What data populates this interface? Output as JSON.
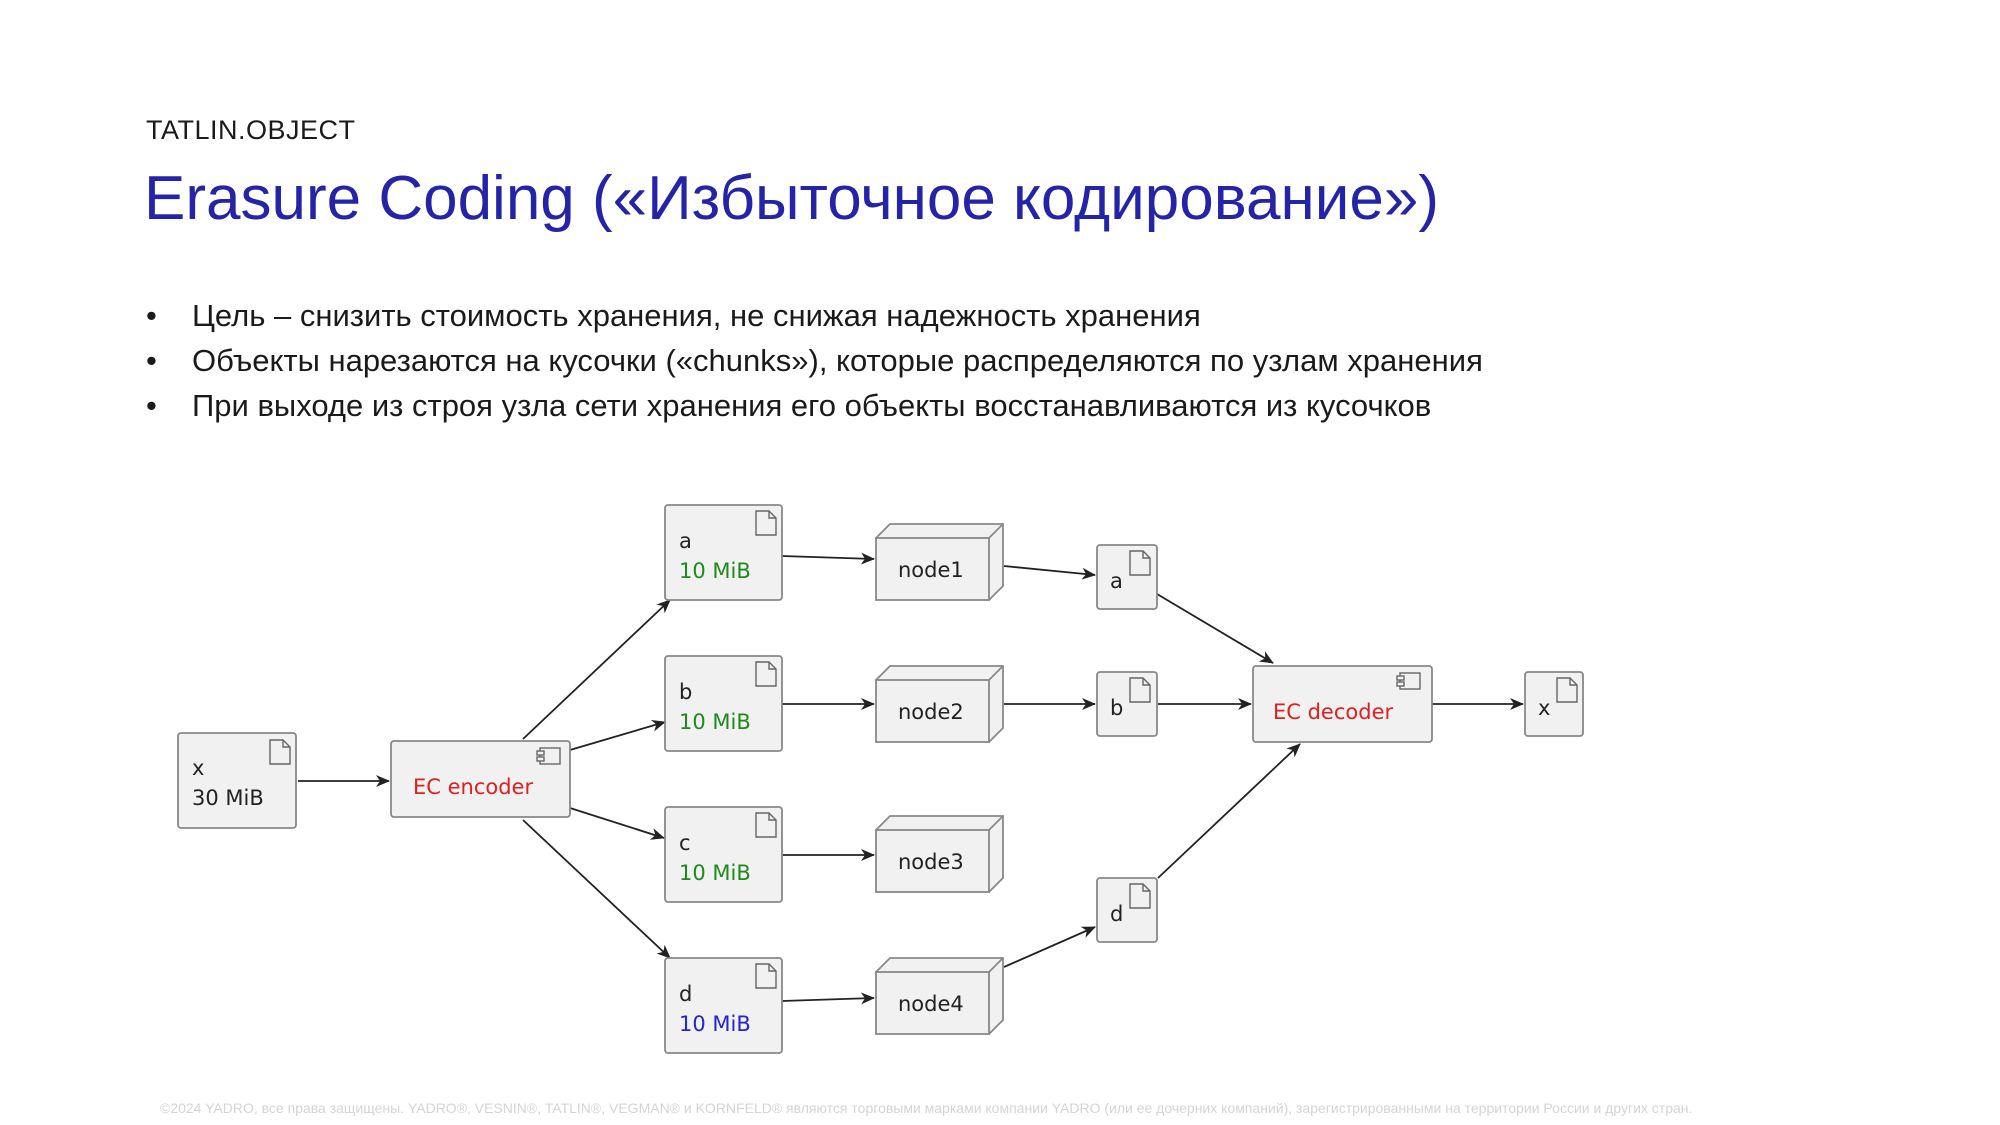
{
  "header": {
    "eyebrow": "TATLIN.OBJECT",
    "title": "Erasure Coding («Избыточное кодирование»)"
  },
  "bullets": [
    "Цель – снизить стоимость хранения, не снижая надежность хранения",
    "Объекты нарезаются на кусочки («chunks»), которые распределяются по узлам хранения",
    "При выходе из строя узла сети хранения его объекты восстанавливаются из кусочков"
  ],
  "diagram": {
    "colors": {
      "green": "#1e8a1e",
      "blue": "#2323d8",
      "red": "#e02020",
      "box_fill": "#f1f1f1",
      "box_stroke": "#888888"
    },
    "source": {
      "label": "x",
      "size": "30 MiB"
    },
    "encoder": {
      "label": "EC encoder"
    },
    "chunks": [
      {
        "id": "chunk-a",
        "label": "a",
        "size": "10 MiB",
        "size_color": "green"
      },
      {
        "id": "chunk-b",
        "label": "b",
        "size": "10 MiB",
        "size_color": "green"
      },
      {
        "id": "chunk-c",
        "label": "c",
        "size": "10 MiB",
        "size_color": "green"
      },
      {
        "id": "chunk-d",
        "label": "d",
        "size": "10 MiB",
        "size_color": "blue"
      }
    ],
    "nodes": [
      {
        "id": "node1",
        "label": "node1"
      },
      {
        "id": "node2",
        "label": "node2"
      },
      {
        "id": "node3",
        "label": "node3"
      },
      {
        "id": "node4",
        "label": "node4"
      }
    ],
    "retrieved": [
      {
        "id": "ret-a",
        "label": "a"
      },
      {
        "id": "ret-b",
        "label": "b"
      },
      {
        "id": "ret-d",
        "label": "d"
      }
    ],
    "decoder": {
      "label": "EC decoder"
    },
    "output": {
      "label": "x"
    }
  },
  "footer": {
    "text": "©2024 YADRO, все права защищены. YADRO®, VESNIN®, TATLIN®, VEGMAN® и KORNFELD® являются торговыми марками компании YADRO (или ее дочерних компаний), зарегистрированными на территории России и других стран."
  }
}
